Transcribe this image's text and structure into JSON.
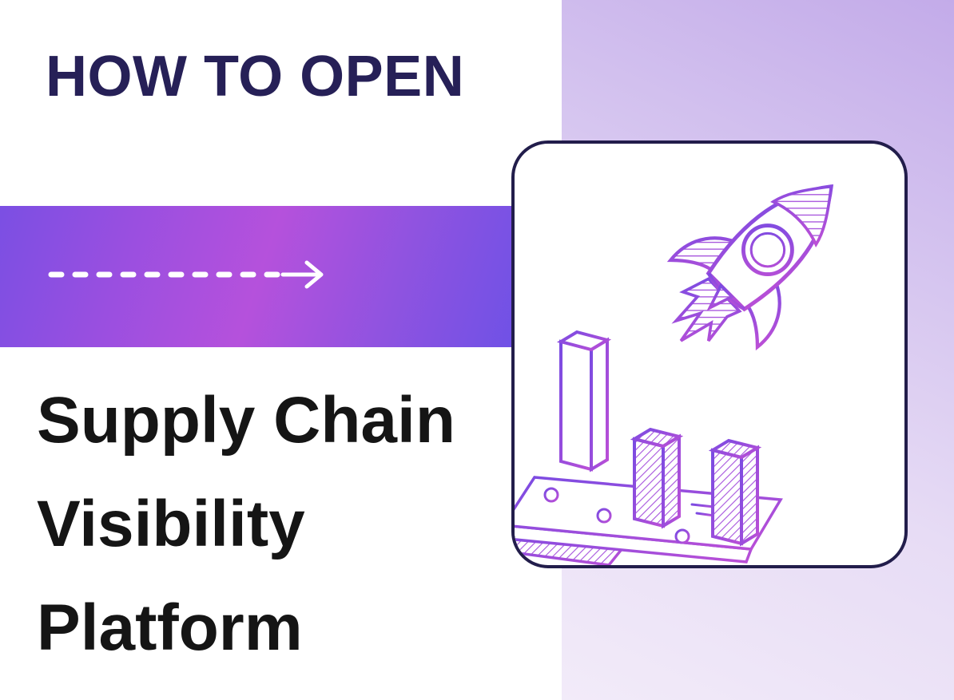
{
  "page": {
    "eyebrow": "HOW TO OPEN",
    "title_lines": [
      "Supply Chain",
      "Visibility",
      "Platform"
    ]
  },
  "icons": {
    "dashed_arrow": "dashed-arrow-right",
    "illustration": "rocket-launching-over-isometric-bar-chart"
  },
  "colors": {
    "eyebrow_text": "#262057",
    "title_text": "#151515",
    "band_gradient": [
      "#7b4fe3",
      "#b551dc",
      "#6e51e6"
    ],
    "panel_gradient": [
      "#c3abe9",
      "#f2ebf9"
    ],
    "arrow": "#ffffff",
    "card_background": "#ffffff",
    "card_border": "#221d4b",
    "illustration_stroke_gradient": [
      "#7a4be2",
      "#bb4fd6"
    ]
  }
}
